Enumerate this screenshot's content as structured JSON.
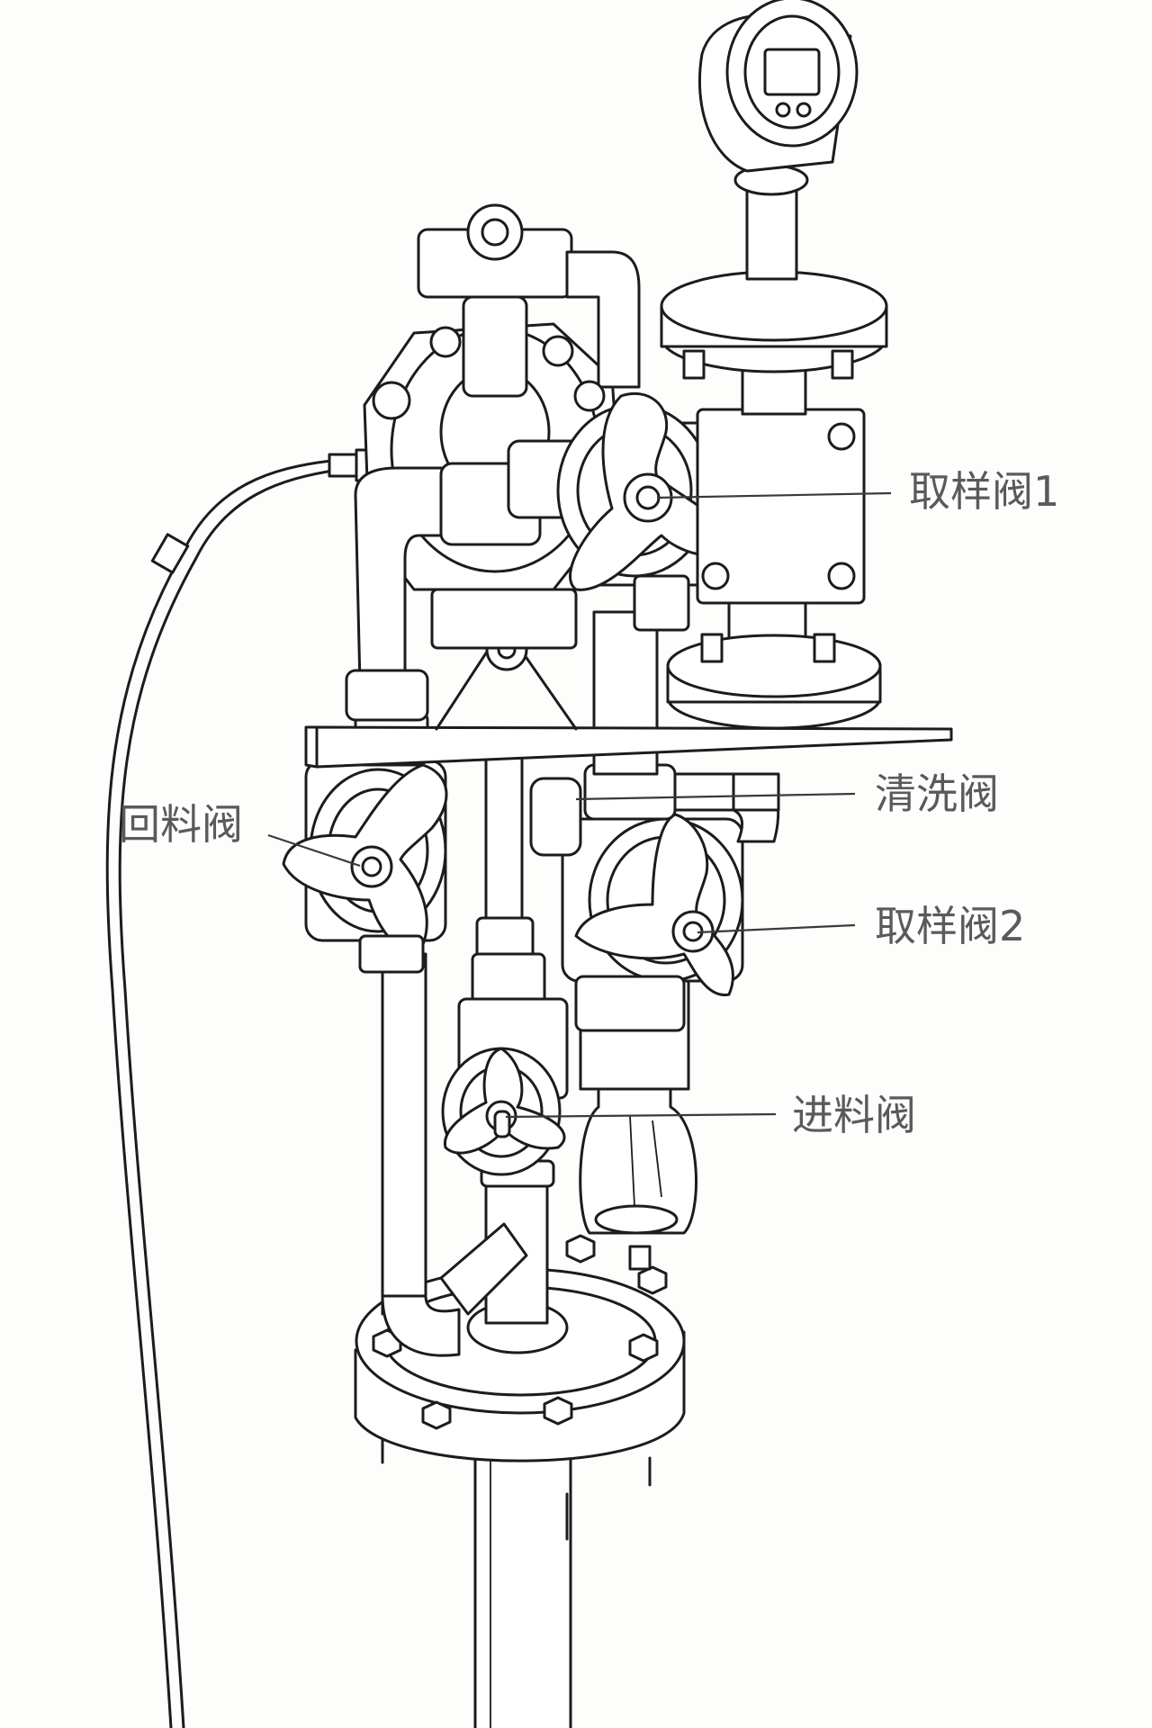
{
  "labels": {
    "sampling_valve_1": "取样阀1",
    "cleaning_valve": "清洗阀",
    "sampling_valve_2": "取样阀2",
    "return_valve": "回料阀",
    "feed_valve": "进料阀"
  },
  "colors": {
    "ink": "#1c1c1c",
    "label_text": "#5a5a5a",
    "background": "#fdfdfc"
  }
}
